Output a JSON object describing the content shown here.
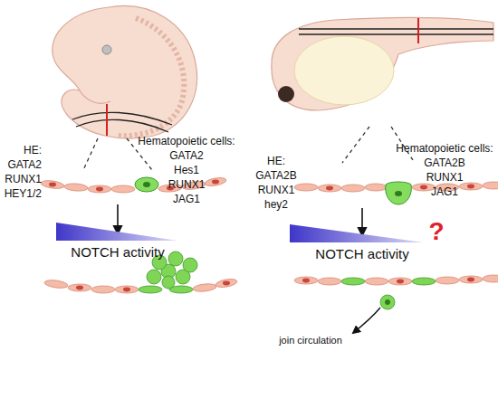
{
  "diagram": {
    "labels": [
      "HE:",
      "GATA2",
      "RUNX1",
      "HEY1/2",
      "Hematopoietic cells:",
      "GATA2",
      "Hes1",
      "RUNX1",
      "JAG1",
      "NOTCH activity",
      "HE:",
      "GATA2B",
      "RUNX1",
      "hey2",
      "Hematopoietic cells:",
      "GATA2B",
      "RUNX1",
      "JAG1",
      "NOTCH activity",
      "?",
      "join circulation"
    ]
  }
}
